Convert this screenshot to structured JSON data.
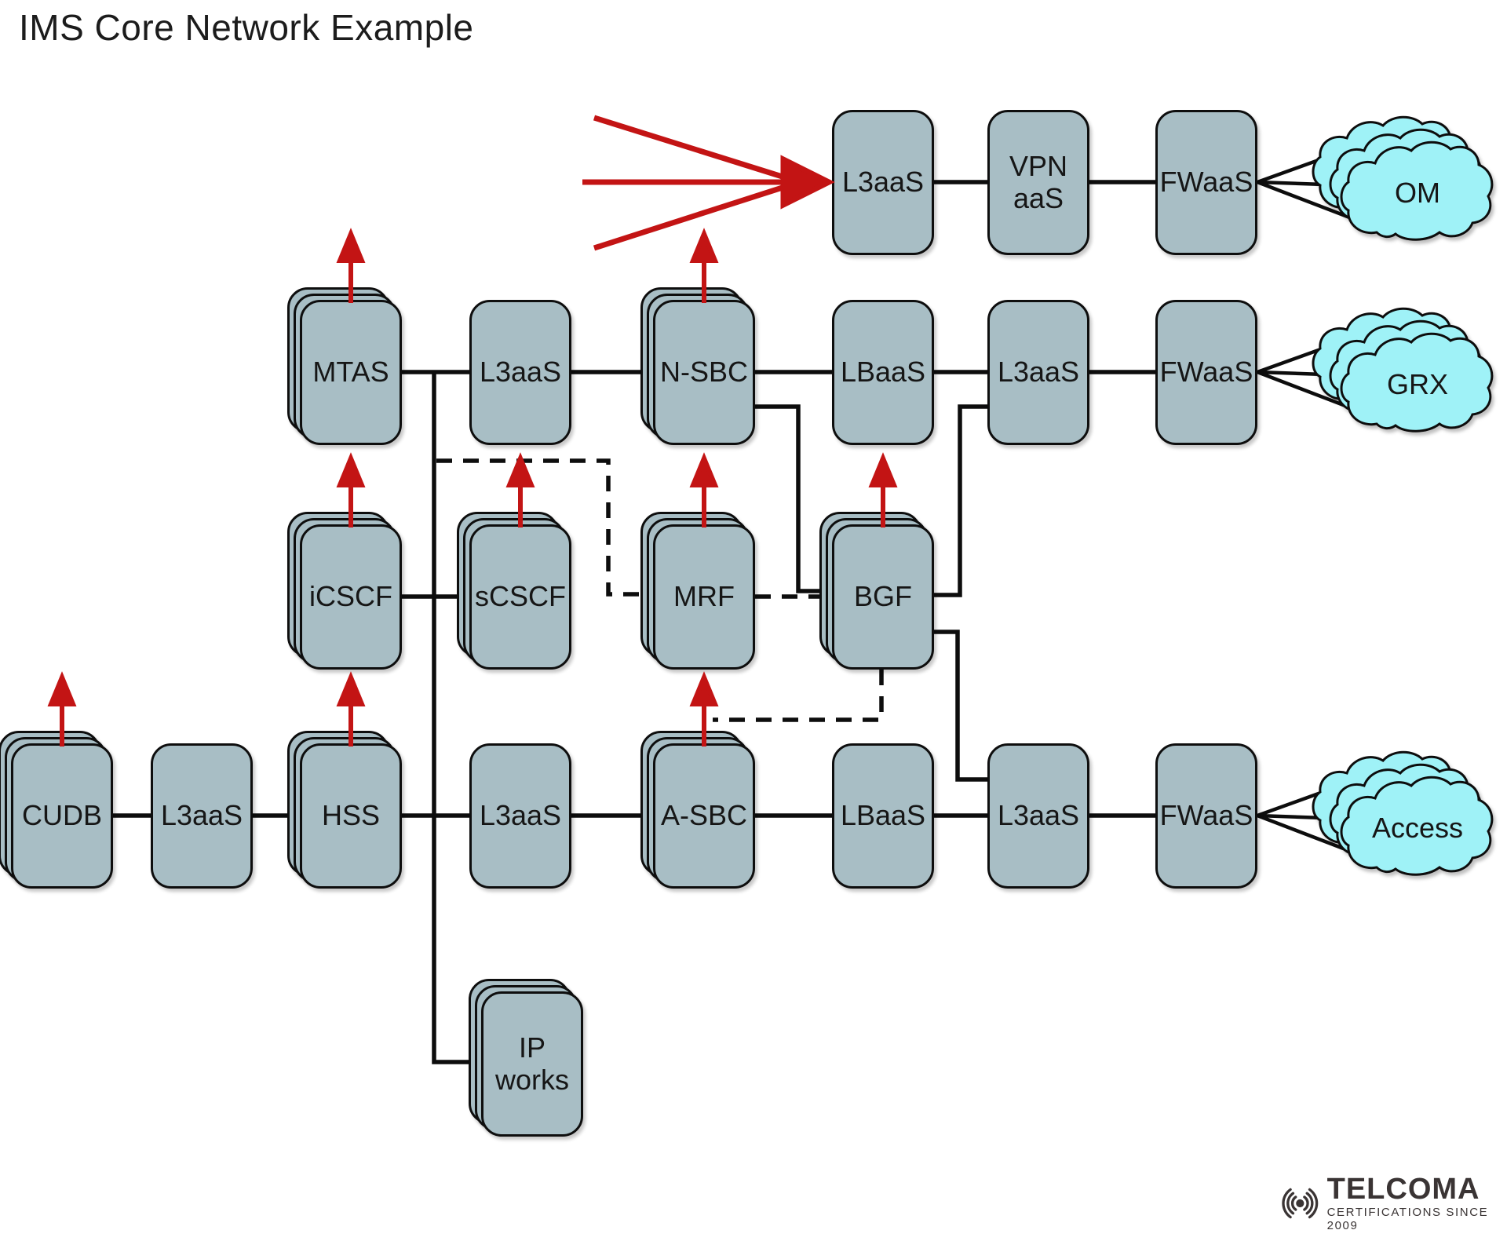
{
  "title": "IMS Core Network Example",
  "diagram": {
    "nodes": [
      {
        "id": "l3aas-top",
        "label": "L3aaS",
        "stacked": false,
        "red_arrow": false
      },
      {
        "id": "vpnaas",
        "label": "VPN\naaS",
        "stacked": false,
        "red_arrow": false
      },
      {
        "id": "fwaas-1",
        "label": "FWaaS",
        "stacked": false,
        "red_arrow": false
      },
      {
        "id": "mtas",
        "label": "MTAS",
        "stacked": true,
        "red_arrow": true
      },
      {
        "id": "l3aas-b",
        "label": "L3aaS",
        "stacked": false,
        "red_arrow": false
      },
      {
        "id": "nsbc",
        "label": "N-SBC",
        "stacked": true,
        "red_arrow": true
      },
      {
        "id": "lbaas-top",
        "label": "LBaaS",
        "stacked": false,
        "red_arrow": false
      },
      {
        "id": "l3aas-d",
        "label": "L3aaS",
        "stacked": false,
        "red_arrow": false
      },
      {
        "id": "fwaas-2",
        "label": "FWaaS",
        "stacked": false,
        "red_arrow": false
      },
      {
        "id": "icscf",
        "label": "iCSCF",
        "stacked": true,
        "red_arrow": true
      },
      {
        "id": "scscf",
        "label": "sCSCF",
        "stacked": true,
        "red_arrow": true
      },
      {
        "id": "mrf",
        "label": "MRF",
        "stacked": true,
        "red_arrow": true
      },
      {
        "id": "bgf",
        "label": "BGF",
        "stacked": true,
        "red_arrow": true
      },
      {
        "id": "cudb",
        "label": "CUDB",
        "stacked": true,
        "red_arrow": true
      },
      {
        "id": "l3aas-a",
        "label": "L3aaS",
        "stacked": false,
        "red_arrow": false
      },
      {
        "id": "hss",
        "label": "HSS",
        "stacked": true,
        "red_arrow": true
      },
      {
        "id": "l3aas-c",
        "label": "L3aaS",
        "stacked": false,
        "red_arrow": false
      },
      {
        "id": "asbc",
        "label": "A-SBC",
        "stacked": true,
        "red_arrow": true
      },
      {
        "id": "lbaas-bot",
        "label": "LBaaS",
        "stacked": false,
        "red_arrow": false
      },
      {
        "id": "l3aas-e",
        "label": "L3aaS",
        "stacked": false,
        "red_arrow": false
      },
      {
        "id": "fwaas-3",
        "label": "FWaaS",
        "stacked": false,
        "red_arrow": false
      },
      {
        "id": "ipworks",
        "label": "IP\nworks",
        "stacked": true,
        "red_arrow": false
      }
    ],
    "clouds": [
      {
        "id": "om",
        "label": "OM"
      },
      {
        "id": "grx",
        "label": "GRX"
      },
      {
        "id": "access",
        "label": "Access"
      }
    ]
  },
  "logo": {
    "name": "TELCOMA",
    "tagline": "CERTIFICATIONS SINCE 2009"
  },
  "colors": {
    "node_fill": "#a8bec5",
    "cloud_fill": "#9ff2f7",
    "arrow_red": "#c31414",
    "line": "#0d0d0d"
  }
}
